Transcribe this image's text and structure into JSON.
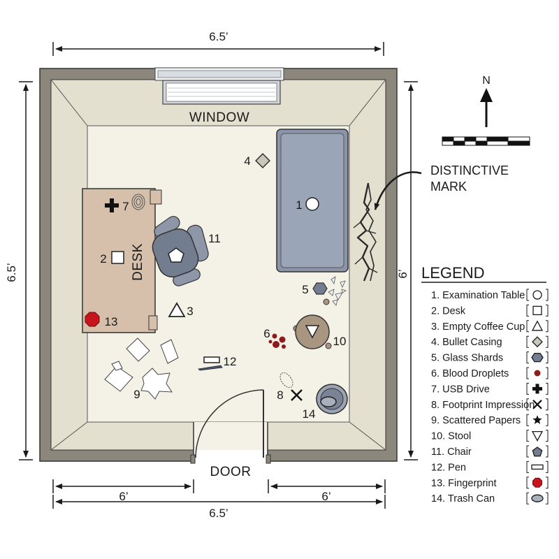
{
  "dimensions": {
    "top": "6.5’",
    "left": "6.5’",
    "right": "6’",
    "bottom_left": "6’",
    "bottom_right": "6’",
    "bottom_total": "6.5’"
  },
  "room_labels": {
    "window": "WINDOW",
    "door": "DOOR",
    "desk": "DESK"
  },
  "annotation": {
    "line1": "DISTINCTIVE",
    "line2": "MARK"
  },
  "compass": {
    "north": "N"
  },
  "items": [
    {
      "number": "1"
    },
    {
      "number": "2"
    },
    {
      "number": "3"
    },
    {
      "number": "4"
    },
    {
      "number": "5"
    },
    {
      "number": "6"
    },
    {
      "number": "7"
    },
    {
      "number": "8"
    },
    {
      "number": "9"
    },
    {
      "number": "10"
    },
    {
      "number": "11"
    },
    {
      "number": "12"
    },
    {
      "number": "13"
    },
    {
      "number": "14"
    }
  ],
  "legend": {
    "title": "LEGEND",
    "entries": [
      {
        "label": "1. Examination Table",
        "symbol": "circle"
      },
      {
        "label": "2. Desk",
        "symbol": "square"
      },
      {
        "label": "3. Empty Coffee Cup",
        "symbol": "triangle"
      },
      {
        "label": "4. Bullet Casing",
        "symbol": "diamond"
      },
      {
        "label": "5. Glass Shards",
        "symbol": "hexagon"
      },
      {
        "label": "6. Blood Droplets",
        "symbol": "dot"
      },
      {
        "label": "7. USB Drive",
        "symbol": "cross"
      },
      {
        "label": "8. Footprint Impression",
        "symbol": "x"
      },
      {
        "label": "9. Scattered Papers",
        "symbol": "star"
      },
      {
        "label": "10. Stool",
        "symbol": "inverted-triangle"
      },
      {
        "label": "11. Chair",
        "symbol": "pentagon"
      },
      {
        "label": "12. Pen",
        "symbol": "rectangle"
      },
      {
        "label": "13. Fingerprint",
        "symbol": "octagon"
      },
      {
        "label": "14. Trash Can",
        "symbol": "ellipse"
      }
    ]
  },
  "colors": {
    "wall": "#8b877c",
    "wall_inner": "#e4e0cf",
    "floor": "#f4f2e6",
    "desk": "#d6c0ab",
    "table": "#8a95a9",
    "stool": "#a89680",
    "blood": "#8e1b1b",
    "fingerprint": "#c8141b"
  }
}
